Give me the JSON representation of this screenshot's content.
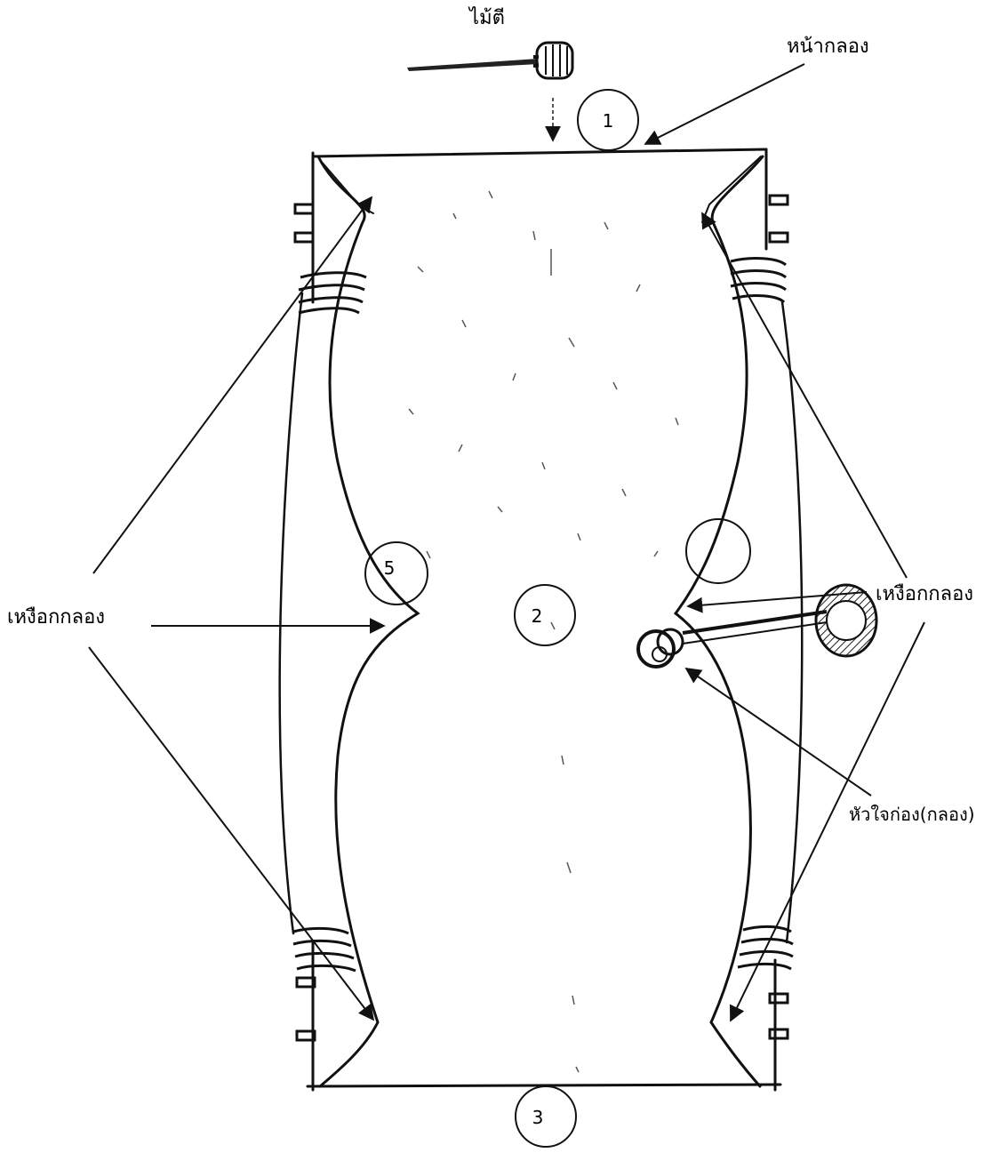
{
  "labels": {
    "mallet": "ไม้ตี",
    "drumhead": "หน้ากลอง",
    "gill_left": "เหงือกกลอง",
    "gill_right": "เหงือกกลอง",
    "heart": "หัวใจก่อง(กลอง)"
  },
  "markers": [
    "1",
    "2",
    "3",
    "5"
  ],
  "colors": {
    "ink": "#111111",
    "hatch": "#222222",
    "paper": "#ffffff"
  }
}
